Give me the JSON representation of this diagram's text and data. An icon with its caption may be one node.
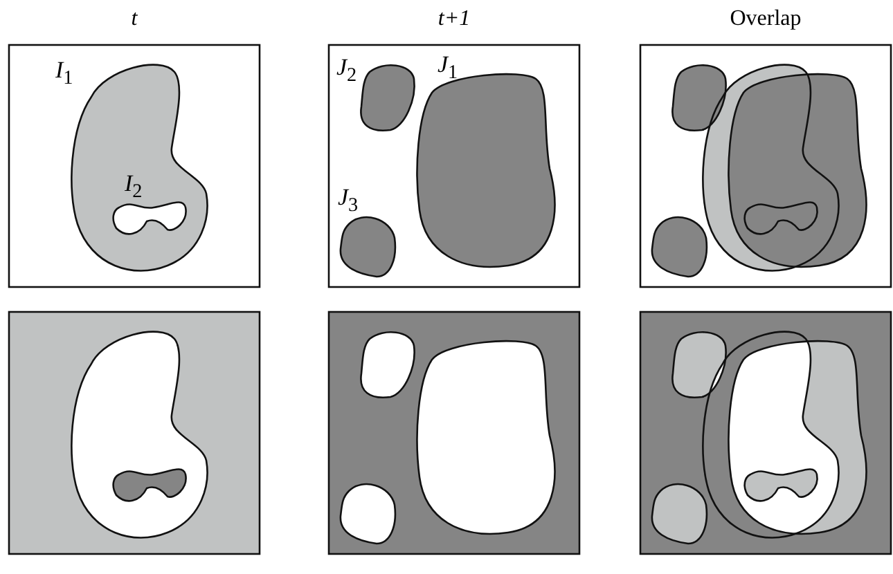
{
  "diagram": {
    "labels": [
      "t",
      "t+1",
      "Overlap",
      "*I*$_{1}$",
      "*I*$_{2}$",
      "*J*$_{2}$",
      "*J*$_{1}$",
      "*J*$_{3}$"
    ]
  }
}
